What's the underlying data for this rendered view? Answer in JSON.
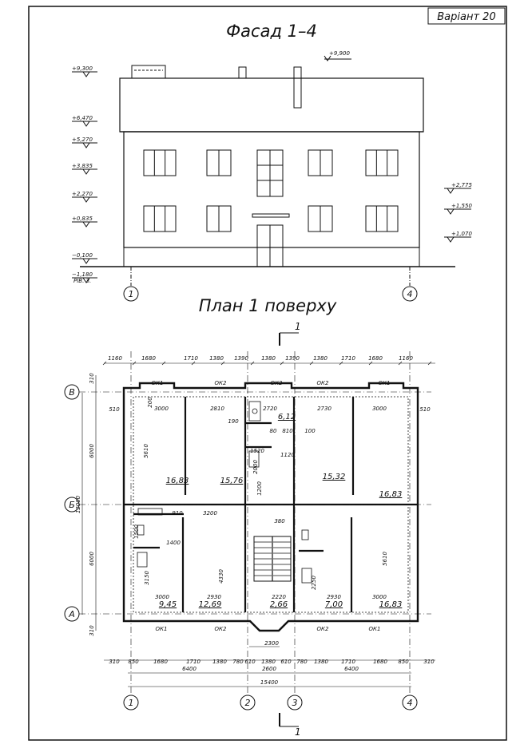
{
  "variant_badge": "Варіант 20",
  "facade": {
    "title": "Фасад 1–4",
    "ridge_mark": "+9,900",
    "left_marks": [
      "+9,300",
      "+6,470",
      "+5,270",
      "+3,835",
      "+2,270",
      "+0,835",
      "−0,100",
      "−1,180"
    ],
    "ground_label": "РІВ. З.",
    "right_marks": [
      "+2,775",
      "+1,550",
      "+1,070"
    ],
    "axis_left": "1",
    "axis_right": "4"
  },
  "plan": {
    "title": "План 1 поверху",
    "section_mark": "1",
    "axis_rows": [
      "В",
      "Б",
      "А"
    ],
    "axis_cols": [
      "1",
      "2",
      "3",
      "4"
    ],
    "top_dims": [
      "1160",
      "1680",
      "1710",
      "1380",
      "1390",
      "1380",
      "1390",
      "1380",
      "1710",
      "1680",
      "1160"
    ],
    "bottom_dims": [
      "310",
      "850",
      "1680",
      "1710",
      "1380",
      "780",
      "610",
      "1380",
      "610",
      "780",
      "1380",
      "1710",
      "1680",
      "850",
      "310"
    ],
    "overall_dims": [
      "6400",
      "2600",
      "6400",
      "15400"
    ],
    "stair_dim": "2300",
    "left_vertical_dims": [
      "12000",
      "6000",
      "6000",
      "310",
      "310"
    ],
    "window_tags_top": [
      "ОК1",
      "ОК2",
      "ОК2",
      "ОК2",
      "ОК1"
    ],
    "window_tags_bottom": [
      "ОК1",
      "ОК2",
      "ОК2",
      "ОК1"
    ],
    "areas": [
      "16,83",
      "15,76",
      "6,12",
      "15,32",
      "16,83",
      "9,45",
      "12,69",
      "2,66",
      "7,00",
      "16,83"
    ],
    "room_dims_top": [
      "3000",
      "2810",
      "2720",
      "2730",
      "3000",
      "5610",
      "5610"
    ],
    "room_dims_bottom": [
      "3000",
      "2930",
      "2220",
      "2930",
      "3000",
      "4330",
      "3150"
    ],
    "misc_dims": [
      "510",
      "510",
      "200",
      "190",
      "80",
      "100",
      "810",
      "1520",
      "1120",
      "2000",
      "1200",
      "910",
      "3200",
      "380",
      "1400",
      "1500",
      "2250"
    ]
  }
}
